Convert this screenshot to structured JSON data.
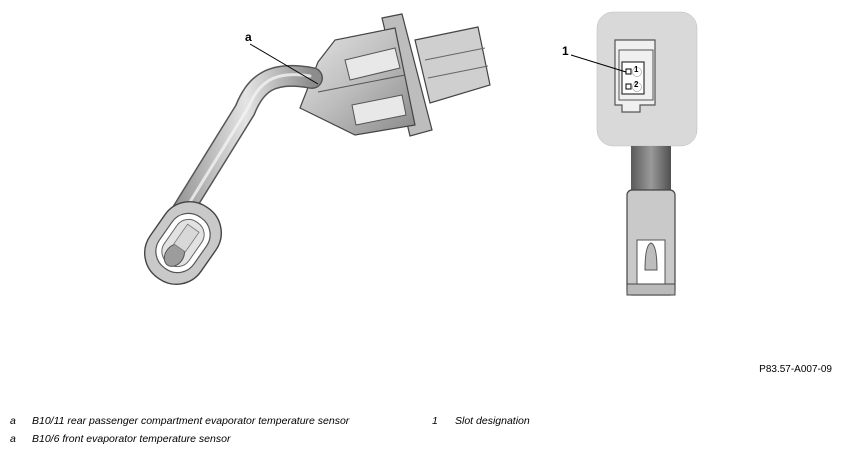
{
  "callouts": {
    "sensor_a": "a",
    "connector_1": "1"
  },
  "pin_labels": [
    "1",
    "2"
  ],
  "figure_id": "P83.57-A007-09",
  "legend": [
    {
      "key": "a",
      "text": "B10/11 rear passenger compartment evaporator temperature sensor"
    },
    {
      "key": "a",
      "text": "B10/6 front evaporator temperature sensor"
    },
    {
      "key": "1",
      "text": "Slot designation"
    }
  ],
  "colors": {
    "body_light": "#d4d4d4",
    "body_mid": "#b0b0b0",
    "body_dark": "#6e6e6e",
    "outline": "#444444",
    "panel": "#d9d9d9"
  }
}
